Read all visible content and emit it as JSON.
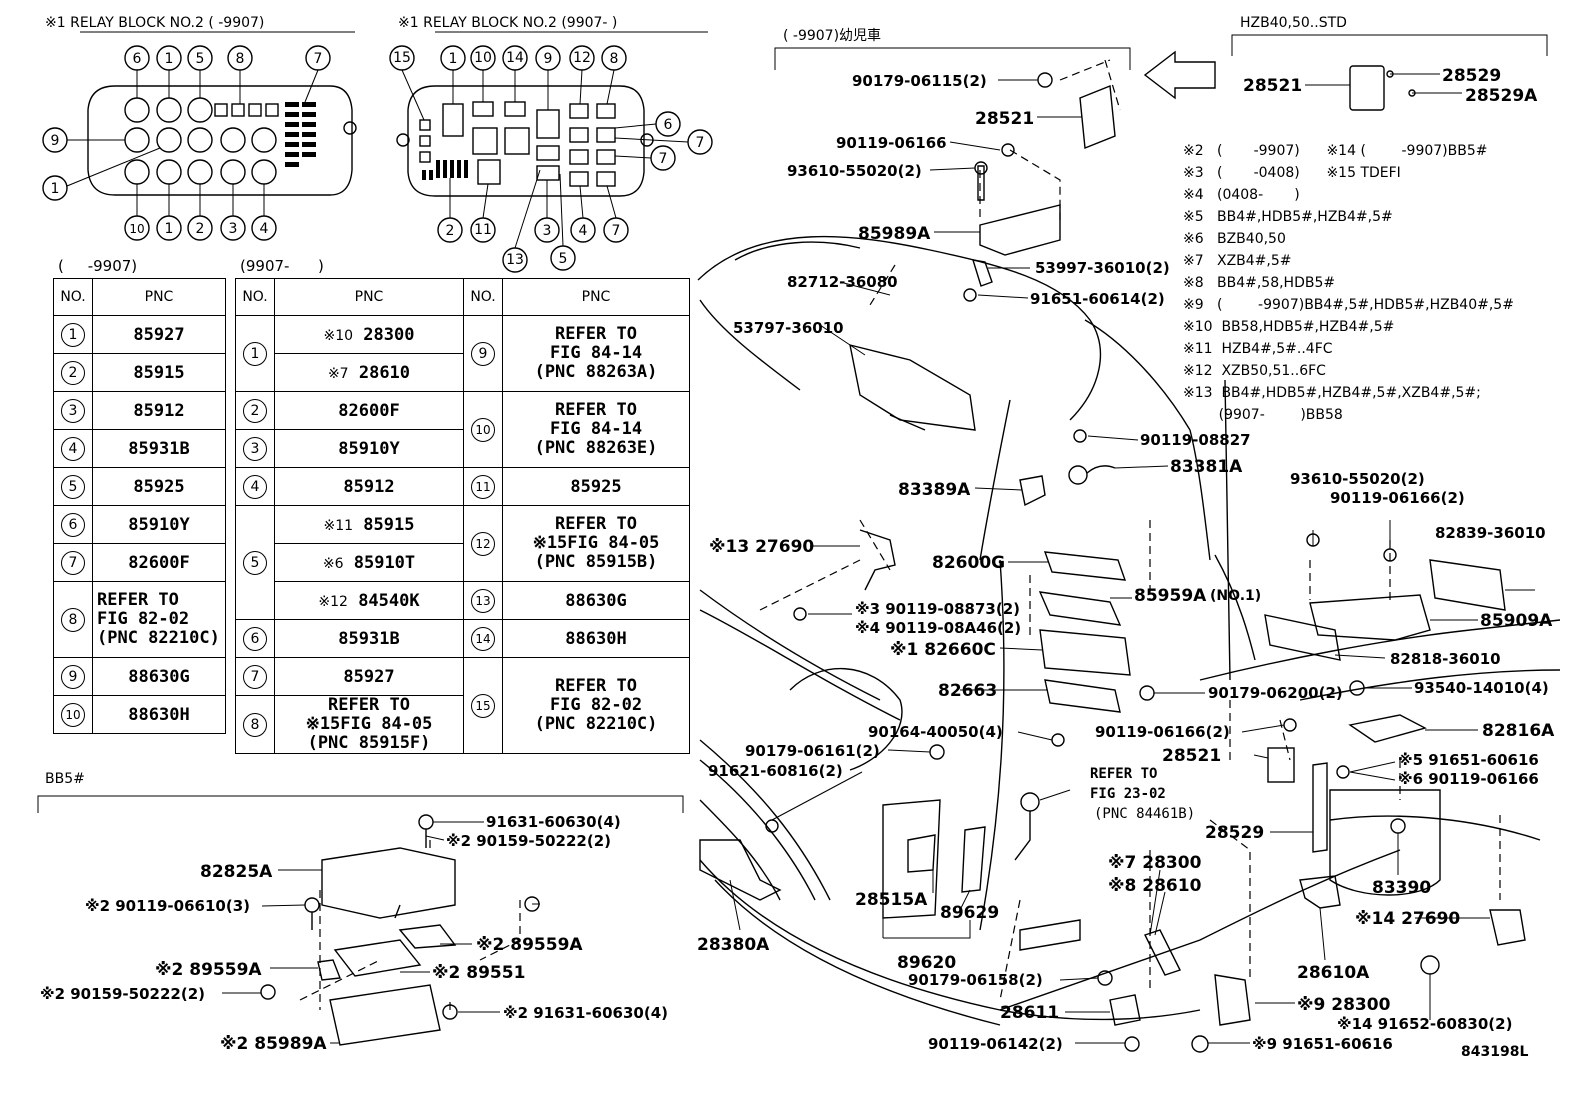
{
  "relay_left_title": "※1 RELAY BLOCK NO.2 (     -9907)",
  "relay_right_title": "※1 RELAY BLOCK NO.2 (9907-      )",
  "table1_header": "(     -9907)",
  "table2_header": "(9907-      )",
  "col_no": "NO.",
  "col_pnc": "PNC",
  "table1": [
    {
      "no": "1",
      "pnc": "85927"
    },
    {
      "no": "2",
      "pnc": "85915"
    },
    {
      "no": "3",
      "pnc": "85912"
    },
    {
      "no": "4",
      "pnc": "85931B"
    },
    {
      "no": "5",
      "pnc": "85925"
    },
    {
      "no": "6",
      "pnc": "85910Y"
    },
    {
      "no": "7",
      "pnc": "82600F"
    },
    {
      "no": "8",
      "pnc": "REFER TO\nFIG 82-02\n(PNC 82210C)"
    },
    {
      "no": "9",
      "pnc": "88630G"
    },
    {
      "no": "10",
      "pnc": "88630H"
    }
  ],
  "table2": {
    "r1a_note": "※10",
    "r1a": "28300",
    "r1b_note": "※7",
    "r1b": "28610",
    "r2": "82600F",
    "r3": "85910Y",
    "r4": "85912",
    "r5a_note": "※11",
    "r5a": "85915",
    "r5b_note": "※6",
    "r5b": "85910T",
    "r5c_note": "※12",
    "r5c": "84540K",
    "r6": "85931B",
    "r7": "85927",
    "r8_l1": "REFER TO",
    "r8_l2": "※15FIG 84-05",
    "r8_l3": "(PNC 85915F)",
    "r9": "REFER TO\nFIG 84-14\n(PNC 88263A)",
    "r10": "REFER TO\nFIG 84-14\n(PNC 88263E)",
    "r11": "85925",
    "r12": "REFER TO\n※15FIG 84-05\n(PNC 85915B)",
    "r13": "88630G",
    "r14": "88630H",
    "r15": "REFER TO\nFIG 82-02\n(PNC 82210C)"
  },
  "bb5_label": "BB5#",
  "hzb_label": "HZB40,50..STD",
  "child_label": "(     -9907)幼児車",
  "notes": [
    "※2   (       -9907)      ※14 (        -9907)BB5#",
    "※3   (       -0408)      ※15 TDEFI",
    "※4   (0408-       )",
    "※5   BB4#,HDB5#,HZB4#,5#",
    "※6   BZB40,50",
    "※7   XZB4#,5#",
    "※8   BB4#,58,HDB5#",
    "※9   (        -9907)BB4#,5#,HDB5#,HZB40#,5#",
    "※10  BB58,HDB5#,HZB4#,5#",
    "※11  HZB4#,5#..4FC",
    "※12  XZB50,51..6FC",
    "※13  BB4#,HDB5#,HZB4#,5#,XZB4#,5#;",
    "        (9907-        )BB58"
  ],
  "labels": {
    "p90179_06115": "90179-06115(2)",
    "p28521a": "28521",
    "p28521b": "28521",
    "p28529": "28529",
    "p28529A": "28529A",
    "p90119_06166a": "90119-06166",
    "p93610_55020a": "93610-55020(2)",
    "p85989A": "85989A",
    "p53997": "53997-36010(2)",
    "p91651_60614": "91651-60614(2)",
    "p82712": "82712-36080",
    "p53797": "53797-36010",
    "p90119_08827": "90119-08827",
    "p83381A": "83381A",
    "p83389A": "83389A",
    "p93610_55020b": "93610-55020(2)",
    "p90119_06166b": "90119-06166(2)",
    "p82839": "82839-36010",
    "p27690a": "※13 27690",
    "p82600G": "82600G",
    "p85959A": "85959A",
    "p85959A_no": "(NO.1)",
    "p85909A": "85909A",
    "p90119_08873": "※3 90119-08873(2)",
    "p90119_08A46": "※4 90119-08A46(2)",
    "p82660C": "※1 82660C",
    "p82818": "82818-36010",
    "p82663": "82663",
    "p90179_06200": "90179-06200(2)",
    "p93540": "93540-14010(4)",
    "p82816A": "82816A",
    "p90164": "90164-40050(4)",
    "p90119_06166c": "90119-06166(2)",
    "p91651_60616a": "※5 91651-60616",
    "p90119_06166d": "※6 90119-06166",
    "p90179_06161": "90179-06161(2)",
    "p91621": "91621-60816(2)",
    "ref_l1": "REFER TO",
    "ref_l2": "FIG 23-02",
    "ref_l3": "(PNC 84461B)",
    "p28529b": "28529",
    "p28300a": "※7 28300",
    "p28610a": "※8 28610",
    "p83390": "83390",
    "p27690b": "※14 27690",
    "p28515A": "28515A",
    "p89629": "89629",
    "p28380A": "28380A",
    "p89620": "89620",
    "p90179_06158": "90179-06158(2)",
    "p28610A": "28610A",
    "p28611": "28611",
    "p28300b": "※9 28300",
    "p91652": "※14 91652-60830(2)",
    "p90119_06142": "90119-06142(2)",
    "p91651_60616b": "※9 91651-60616",
    "fig_id": "843198L",
    "p91631a": "91631-60630(4)",
    "p90159a": "※2 90159-50222(2)",
    "p82825A": "82825A",
    "p90119_06610": "※2 90119-06610(3)",
    "p89559A_r": "※2 89559A",
    "p89559A_l": "※2 89559A",
    "p89551": "※2 89551",
    "p90159b": "※2 90159-50222(2)",
    "p91631b": "※2 91631-60630(4)",
    "p85989A_b": "※2 85989A"
  }
}
